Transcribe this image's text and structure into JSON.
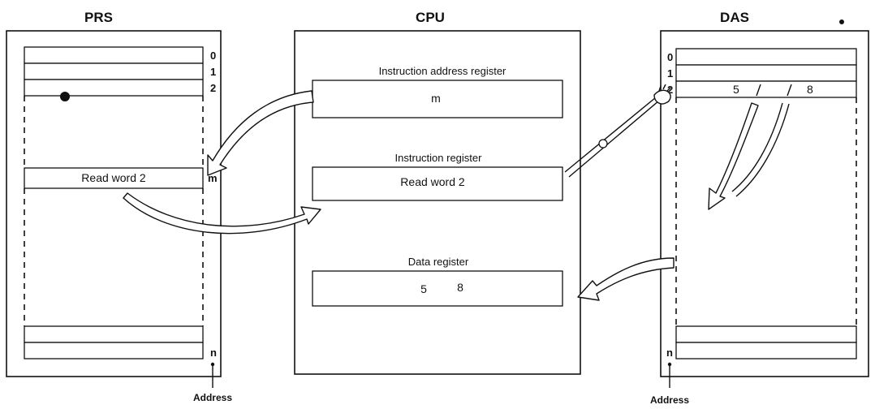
{
  "prs": {
    "title": "PRS",
    "addresses": [
      "0",
      "1",
      "2",
      "m",
      "n"
    ],
    "cell_m_text": "Read word 2",
    "address_label": "Address"
  },
  "cpu": {
    "title": "CPU",
    "instruction_address_register": {
      "label": "Instruction address register",
      "value": "m"
    },
    "instruction_register": {
      "label": "Instruction register",
      "value": "Read word 2"
    },
    "data_register": {
      "label": "Data register",
      "values": [
        "5",
        "8"
      ]
    }
  },
  "das": {
    "title": "DAS",
    "addresses": [
      "0",
      "1",
      "2",
      "n"
    ],
    "word2_values": [
      "5",
      "8"
    ],
    "address_label": "Address"
  }
}
